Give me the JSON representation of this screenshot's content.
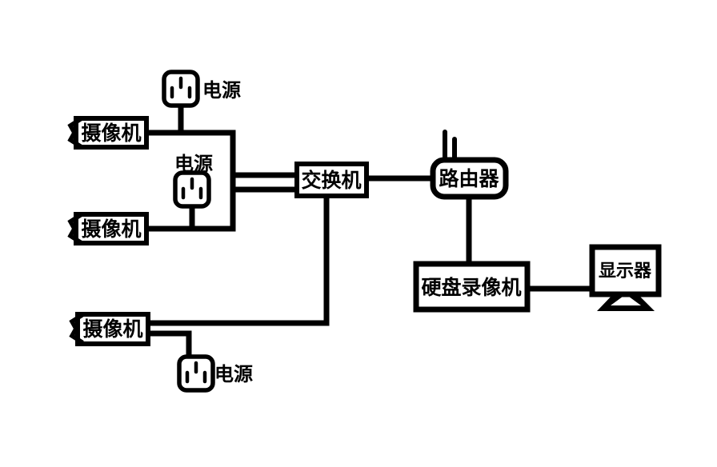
{
  "diagram": {
    "background_color": "#ffffff",
    "line_color": "#000000",
    "box_fill_color": "#ffffff",
    "nodes": {
      "camera1": {
        "label": "摄像机",
        "type": "camera"
      },
      "camera2": {
        "label": "摄像机",
        "type": "camera"
      },
      "camera3": {
        "label": "摄像机",
        "type": "camera"
      },
      "power1": {
        "label": "电源",
        "type": "power-outlet"
      },
      "power2": {
        "label": "电源",
        "type": "power-outlet"
      },
      "power3": {
        "label": "电源",
        "type": "power-outlet"
      },
      "switch": {
        "label": "交换机",
        "type": "network-switch"
      },
      "router": {
        "label": "路由器",
        "type": "router"
      },
      "dvr": {
        "label": "硬盘录像机",
        "type": "hard-disk-video-recorder"
      },
      "monitor": {
        "label": "显示器",
        "type": "monitor"
      }
    },
    "connections": [
      "camera1-switch",
      "camera2-switch",
      "camera3-switch",
      "power1-camera1",
      "power2-camera2",
      "power3-camera3",
      "switch-router",
      "router-dvr",
      "dvr-monitor"
    ]
  }
}
